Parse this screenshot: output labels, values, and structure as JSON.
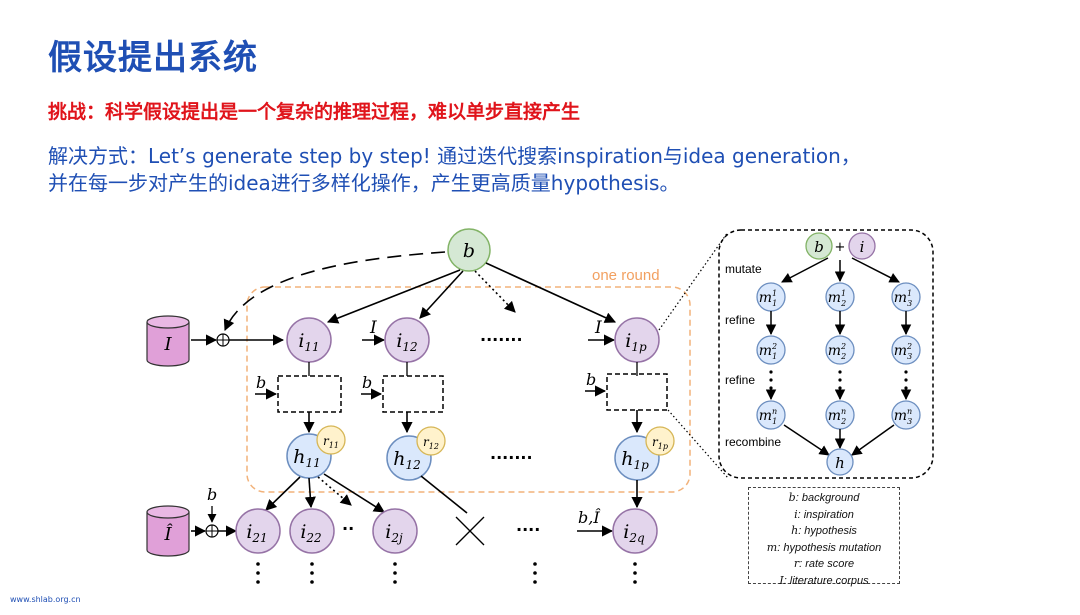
{
  "title": "假设提出系统",
  "challenge": "挑战：科学假设提出是一个复杂的推理过程，难以单步直接产生",
  "solution_lines": [
    "解决方式：Let’s generate step by step! 通过迭代搜索inspiration与idea generation，",
    "并在每一步对产生的idea进行多样化操作，产生更高质量hypothesis。"
  ],
  "footer": "www.shlab.org.cn",
  "diagram": {
    "one_round_label": "one round",
    "dots_label": "·······",
    "nodes": {
      "b": "b",
      "I": "I",
      "I_hat": "Î",
      "i11": "i11",
      "i12": "i12",
      "i1p": "i1p",
      "h11": "h11",
      "h12": "h12",
      "h1p": "h1p",
      "r11": "r11",
      "r12": "r12",
      "r1p": "r1p",
      "i21": "i21",
      "i22": "i22",
      "i2j": "i2j",
      "i2q": "i2q"
    },
    "edge_labels": {
      "I": "I",
      "b": "b",
      "b_I_hat": "b,Î"
    },
    "zoom": {
      "b": "b",
      "plus": "+",
      "i": "i",
      "mutate": "mutate",
      "refine1": "refine",
      "refine2": "refine",
      "recombine": "recombine",
      "m1_1": "m11",
      "m2_1": "m21",
      "m3_1": "m31",
      "m1_2": "m12",
      "m2_2": "m22",
      "m3_2": "m32",
      "m1_n": "m1n",
      "m2_n": "m2n",
      "m3_n": "m3n",
      "h": "h"
    }
  },
  "legend": [
    {
      "sym": "b",
      "desc": ": background"
    },
    {
      "sym": "i",
      "desc": ": inspiration"
    },
    {
      "sym": "h",
      "desc": ": hypothesis"
    },
    {
      "sym": "m",
      "desc": ": hypothesis mutation"
    },
    {
      "sym": "r",
      "desc": ": rate score"
    },
    {
      "sym": "I",
      "desc": ": literature corpus"
    }
  ],
  "colors": {
    "title": "#1f4fb4",
    "challenge": "#e0141b",
    "purple_node": "#e3d5ec",
    "green_node": "#d5e8d4",
    "blue_node": "#dae8fc",
    "yellow_node": "#fff2cc",
    "cylinder": "#e0a0d8",
    "round_border": "#f2b27a"
  }
}
